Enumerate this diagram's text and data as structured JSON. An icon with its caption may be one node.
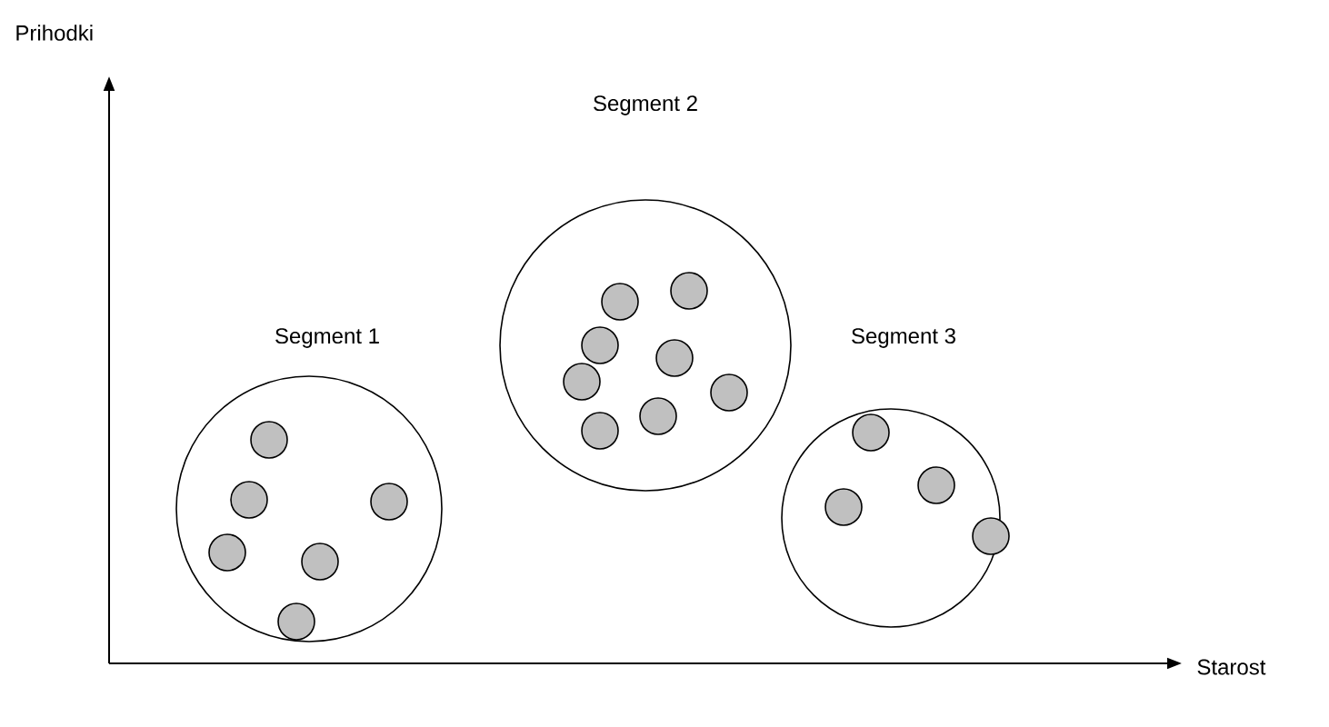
{
  "diagram": {
    "nodes": [
      {
        "text": [
          "Segment 1"
        ]
      },
      {
        "text": [],
        "shape": "circle",
        "in": 0
      },
      {
        "text": [],
        "shape": "circle",
        "in": 0
      },
      {
        "text": [],
        "shape": "circle",
        "in": 0
      },
      {
        "text": [],
        "shape": "circle",
        "in": 0
      },
      {
        "text": [],
        "shape": "circle",
        "in": 0
      },
      {
        "text": [],
        "shape": "circle",
        "in": 0
      },
      {
        "text": [
          "Segment 2"
        ]
      },
      {
        "text": [],
        "shape": "circle",
        "in": 7
      },
      {
        "text": [],
        "shape": "circle",
        "in": 7
      },
      {
        "text": [],
        "shape": "circle",
        "in": 7
      },
      {
        "text": [],
        "shape": "circle",
        "in": 7
      },
      {
        "text": [],
        "shape": "circle",
        "in": 7
      },
      {
        "text": [],
        "shape": "circle",
        "in": 7
      },
      {
        "text": [],
        "shape": "circle",
        "in": 7
      },
      {
        "text": [],
        "shape": "circle",
        "in": 7
      },
      {
        "text": [
          "Segment 3"
        ]
      },
      {
        "text": [],
        "shape": "circle",
        "in": 16
      },
      {
        "text": [],
        "shape": "circle",
        "in": 16
      },
      {
        "text": [],
        "shape": "circle",
        "in": 16
      },
      {
        "text": [],
        "shape": "circle",
        "in": 16
      }
    ],
    "labels": [
      "Prihodki",
      "Starost"
    ]
  }
}
